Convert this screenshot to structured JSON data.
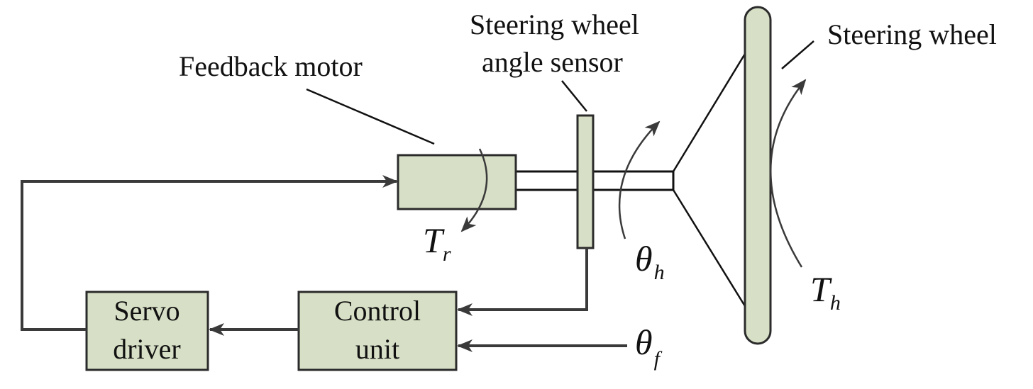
{
  "labels": {
    "feedback_motor": "Feedback motor",
    "sensor_line1": "Steering wheel",
    "sensor_line2": "angle sensor",
    "steering_wheel": "Steering wheel",
    "servo_line1": "Servo",
    "servo_line2": "driver",
    "control_line1": "Control",
    "control_line2": "unit"
  },
  "symbols": {
    "T_r": {
      "base": "T",
      "sub": "r"
    },
    "theta_h": {
      "base": "θ",
      "sub": "h"
    },
    "T_h": {
      "base": "T",
      "sub": "h"
    },
    "theta_f": {
      "base": "θ",
      "sub": "f"
    }
  },
  "colors": {
    "block_fill": "#d7e0c6",
    "outline": "#2b2b2b",
    "wire": "#3a3a3a"
  }
}
